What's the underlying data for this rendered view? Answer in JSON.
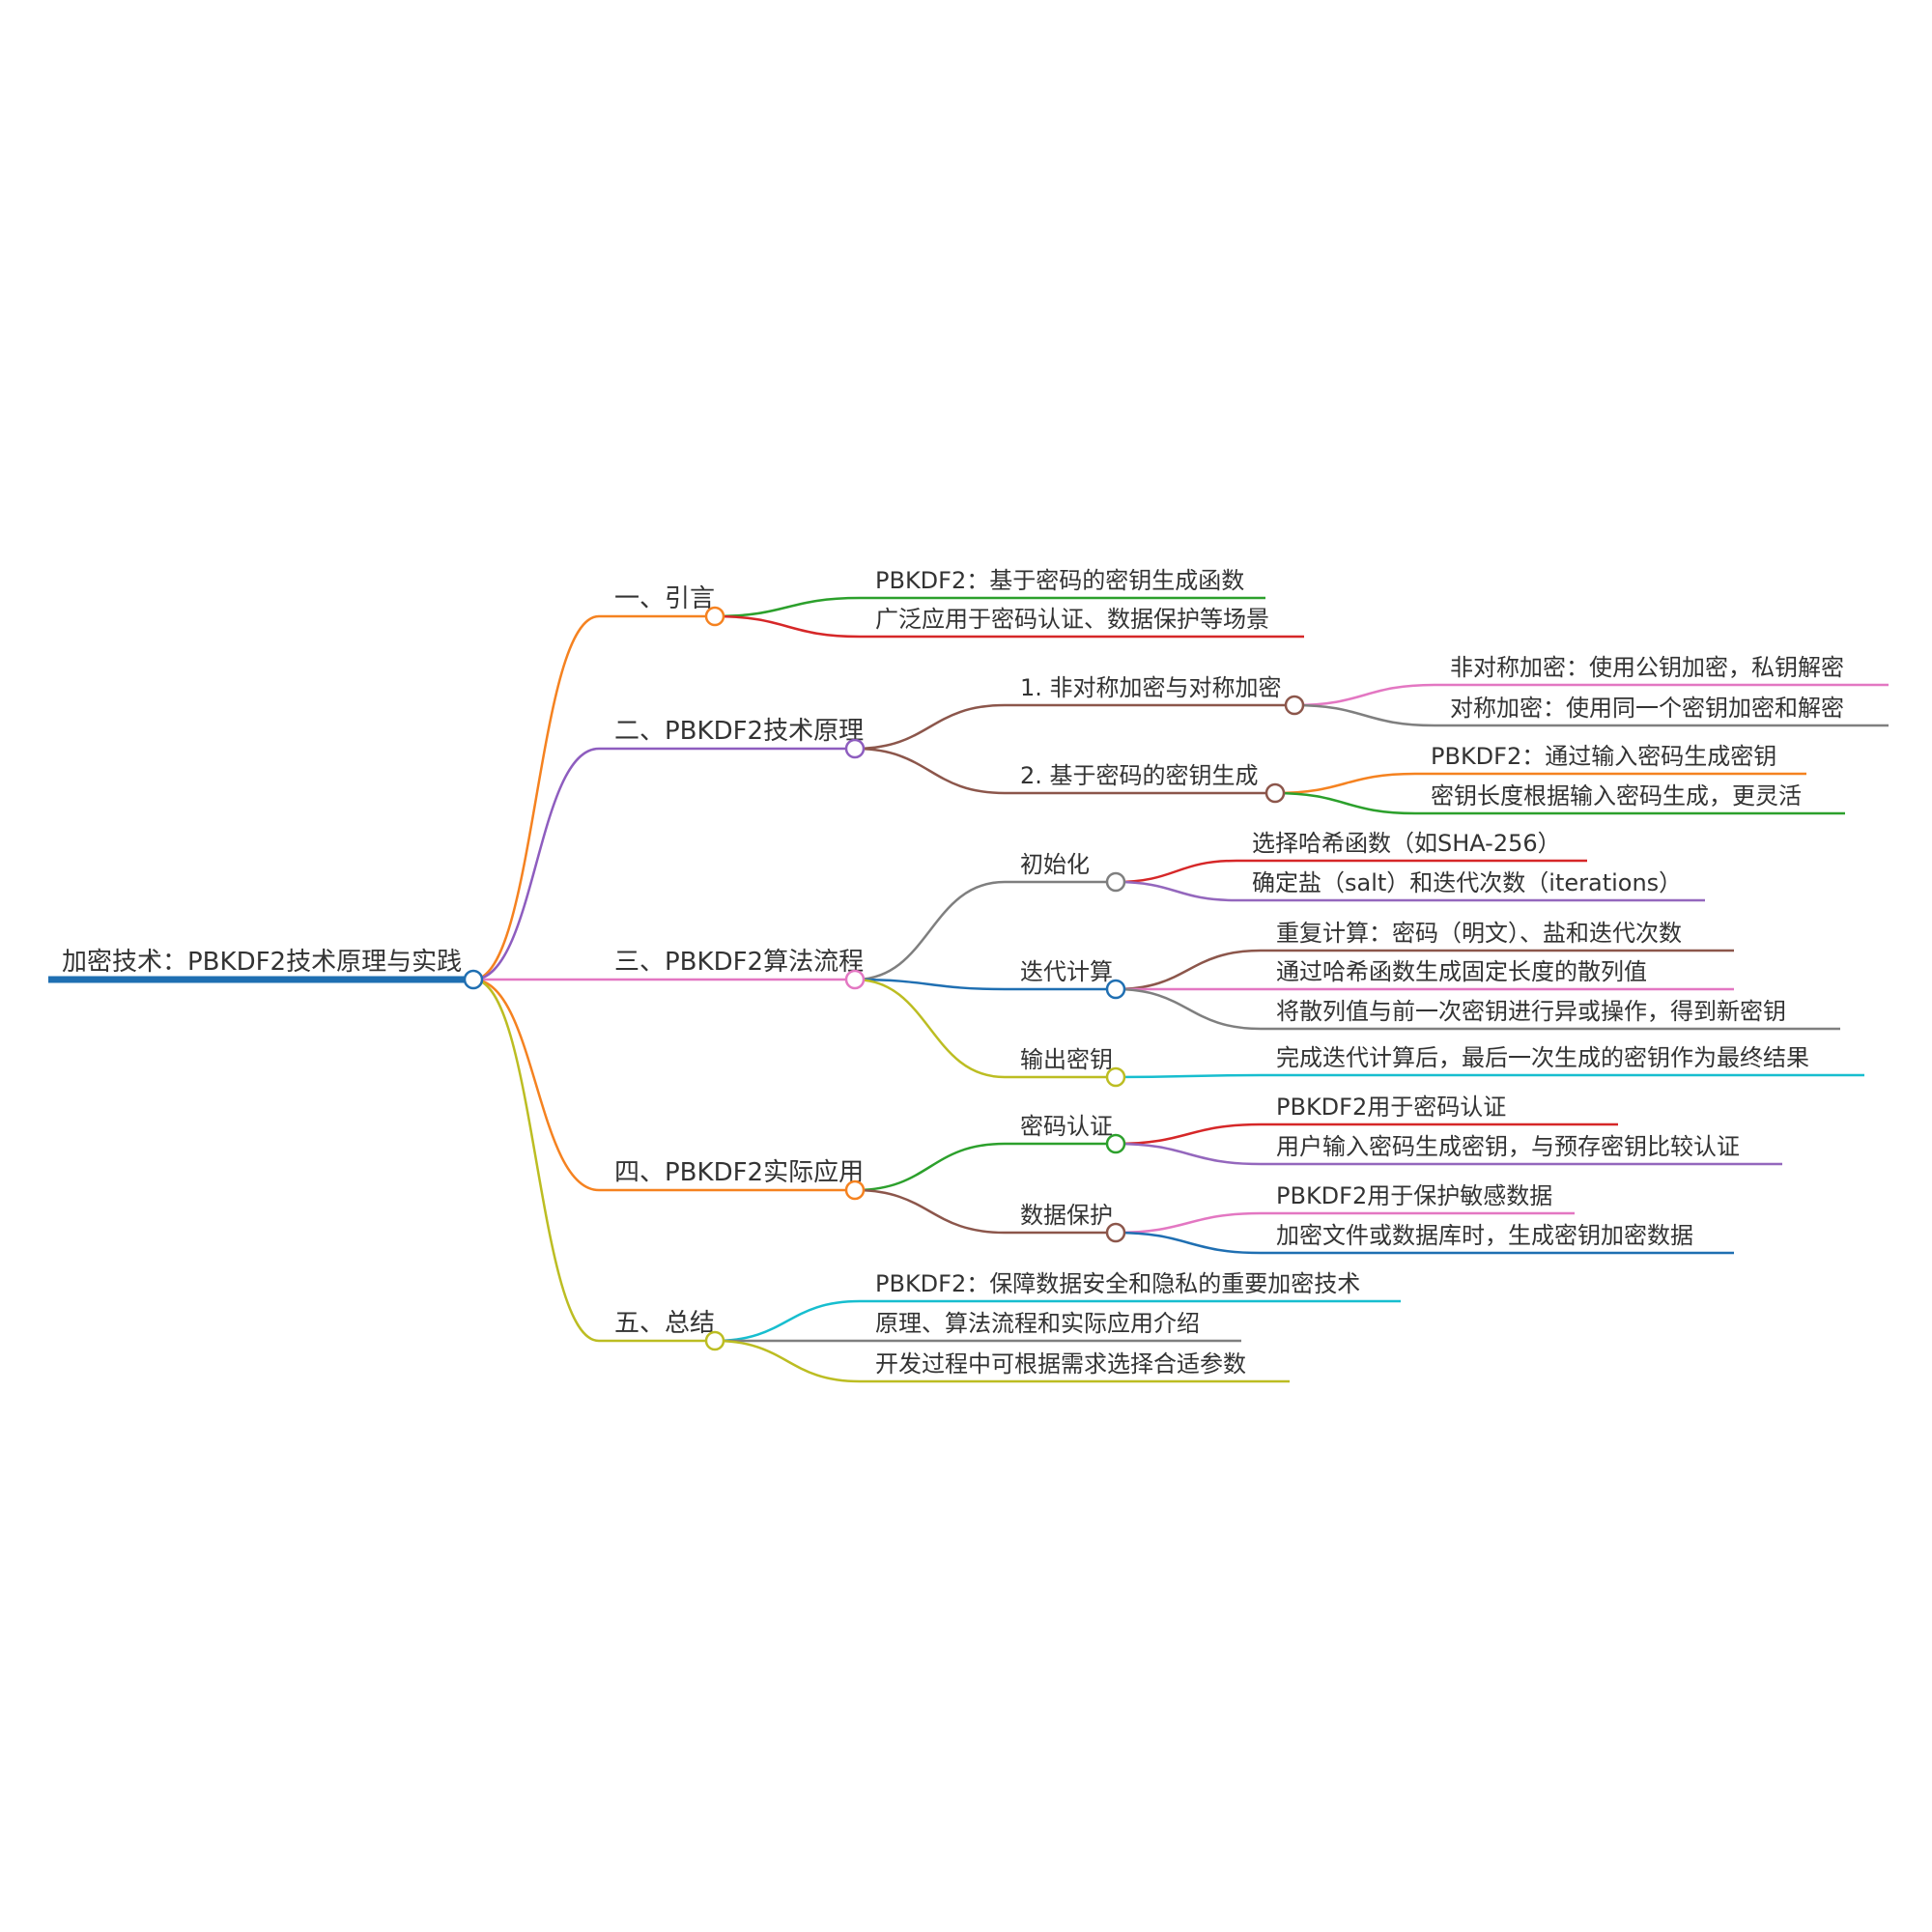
{
  "root": {
    "label": "加密技术：PBKDF2技术原理与实践",
    "color": "#1f6fb2"
  },
  "branches": [
    {
      "label": "一、引言",
      "color": "#f58220",
      "children": [
        {
          "label": "PBKDF2：基于密码的密钥生成函数",
          "color": "#2ca02c"
        },
        {
          "label": "广泛应用于密码认证、数据保护等场景",
          "color": "#d62728"
        }
      ]
    },
    {
      "label": "二、PBKDF2技术原理",
      "color": "#8e5dbf",
      "children": [
        {
          "label": "1. 非对称加密与对称加密",
          "color": "#8c564b",
          "children": [
            {
              "label": "非对称加密：使用公钥加密，私钥解密",
              "color": "#e377c2"
            },
            {
              "label": "对称加密：使用同一个密钥加密和解密",
              "color": "#7f7f7f"
            }
          ]
        },
        {
          "label": "2. 基于密码的密钥生成",
          "color": "#8c564b",
          "children": [
            {
              "label": "PBKDF2：通过输入密码生成密钥",
              "color": "#f58220"
            },
            {
              "label": "密钥长度根据输入密码生成，更灵活",
              "color": "#2ca02c"
            }
          ]
        }
      ]
    },
    {
      "label": "三、PBKDF2算法流程",
      "color": "#e377c2",
      "children": [
        {
          "label": "初始化",
          "color": "#7f7f7f",
          "children": [
            {
              "label": "选择哈希函数（如SHA-256）",
              "color": "#d62728"
            },
            {
              "label": "确定盐（salt）和迭代次数（iterations）",
              "color": "#9467bd"
            }
          ]
        },
        {
          "label": "迭代计算",
          "color": "#1f6fb2",
          "children": [
            {
              "label": "重复计算：密码（明文）、盐和迭代次数",
              "color": "#8c564b"
            },
            {
              "label": "通过哈希函数生成固定长度的散列值",
              "color": "#e377c2"
            },
            {
              "label": "将散列值与前一次密钥进行异或操作，得到新密钥",
              "color": "#7f7f7f"
            }
          ]
        },
        {
          "label": "输出密钥",
          "color": "#bcbd22",
          "children": [
            {
              "label": "完成迭代计算后，最后一次生成的密钥作为最终结果",
              "color": "#17becf"
            }
          ]
        }
      ]
    },
    {
      "label": "四、PBKDF2实际应用",
      "color": "#f58220",
      "children": [
        {
          "label": "密码认证",
          "color": "#2ca02c",
          "children": [
            {
              "label": "PBKDF2用于密码认证",
              "color": "#d62728"
            },
            {
              "label": "用户输入密码生成密钥，与预存密钥比较认证",
              "color": "#9467bd"
            }
          ]
        },
        {
          "label": "数据保护",
          "color": "#8c564b",
          "children": [
            {
              "label": "PBKDF2用于保护敏感数据",
              "color": "#e377c2"
            },
            {
              "label": "加密文件或数据库时，生成密钥加密数据",
              "color": "#1f6fb2"
            }
          ]
        }
      ]
    },
    {
      "label": "五、总结",
      "color": "#bcbd22",
      "children": [
        {
          "label": "PBKDF2：保障数据安全和隐私的重要加密技术",
          "color": "#17becf"
        },
        {
          "label": "原理、算法流程和实际应用介绍",
          "color": "#7f7f7f"
        },
        {
          "label": "开发过程中可根据需求选择合适参数",
          "color": "#bcbd22"
        }
      ]
    }
  ]
}
